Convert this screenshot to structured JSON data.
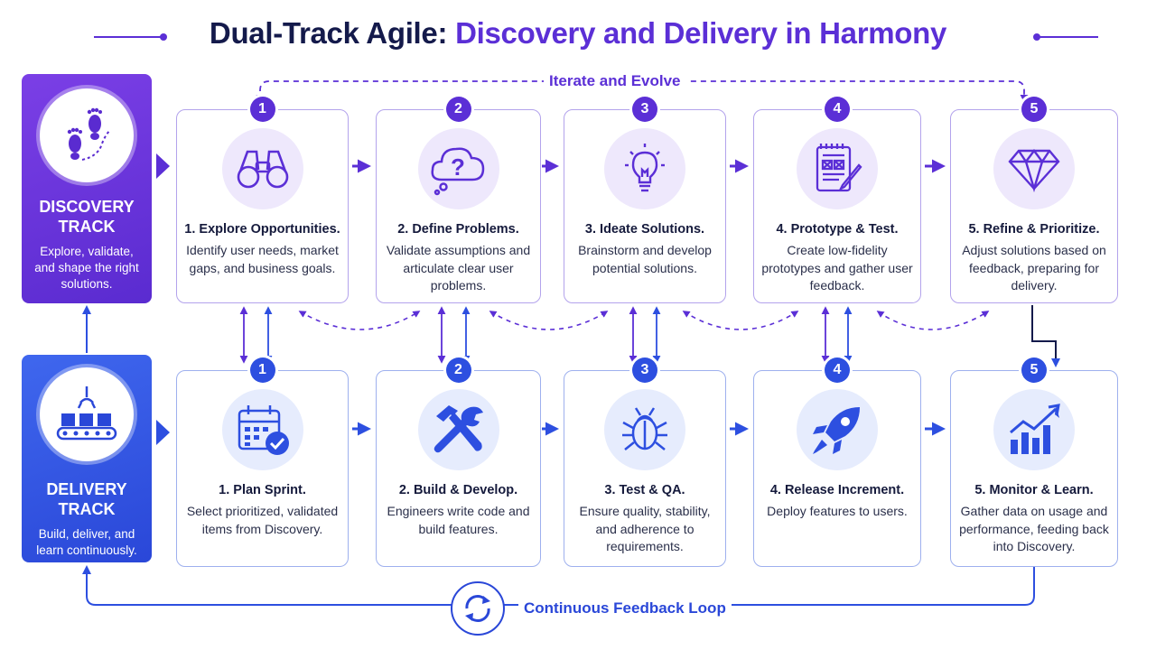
{
  "title": {
    "main": "Dual-Track Agile:",
    "accent": "Discovery and Delivery in Harmony"
  },
  "colors": {
    "discovery": "#5b2fd6",
    "delivery": "#2d4fe0",
    "title": "#141a4b"
  },
  "tracks": {
    "discovery": {
      "name": "DISCOVERY TRACK",
      "description": "Explore, validate, and shape the right solutions.",
      "icon": "footprints-icon"
    },
    "delivery": {
      "name": "DELIVERY TRACK",
      "description": "Build, deliver, and learn continuously.",
      "icon": "conveyor-icon"
    }
  },
  "discovery_steps": [
    {
      "number": "1",
      "title": "1. Explore Opportunities.",
      "description": "Identify user needs, market gaps, and business goals.",
      "icon": "binoculars-icon"
    },
    {
      "number": "2",
      "title": "2. Define Problems.",
      "description": "Validate assumptions and articulate clear user problems.",
      "icon": "question-cloud-icon"
    },
    {
      "number": "3",
      "title": "3. Ideate Solutions.",
      "description": "Brainstorm and develop potential solutions.",
      "icon": "lightbulb-icon"
    },
    {
      "number": "4",
      "title": "4. Prototype & Test.",
      "description": "Create low-fidelity prototypes and gather user feedback.",
      "icon": "sketchpad-icon"
    },
    {
      "number": "5",
      "title": "5. Refine & Prioritize.",
      "description": "Adjust solutions based on feedback, preparing for delivery.",
      "icon": "diamond-icon"
    }
  ],
  "delivery_steps": [
    {
      "number": "1",
      "title": "1. Plan Sprint.",
      "description": "Select prioritized, validated items from Discovery.",
      "icon": "calendar-check-icon"
    },
    {
      "number": "2",
      "title": "2. Build & Develop.",
      "description": "Engineers write code and build features.",
      "icon": "tools-icon"
    },
    {
      "number": "3",
      "title": "3. Test & QA.",
      "description": "Ensure quality, stability, and adherence to requirements.",
      "icon": "bug-icon"
    },
    {
      "number": "4",
      "title": "4. Release Increment.",
      "description": "Deploy features to users.",
      "icon": "rocket-icon"
    },
    {
      "number": "5",
      "title": "5. Monitor & Learn.",
      "description": "Gather data on usage and performance, feeding back into Discovery.",
      "icon": "growth-chart-icon"
    }
  ],
  "annotations": {
    "iterate": "Iterate and Evolve",
    "feedback": "Continuous Feedback Loop"
  }
}
